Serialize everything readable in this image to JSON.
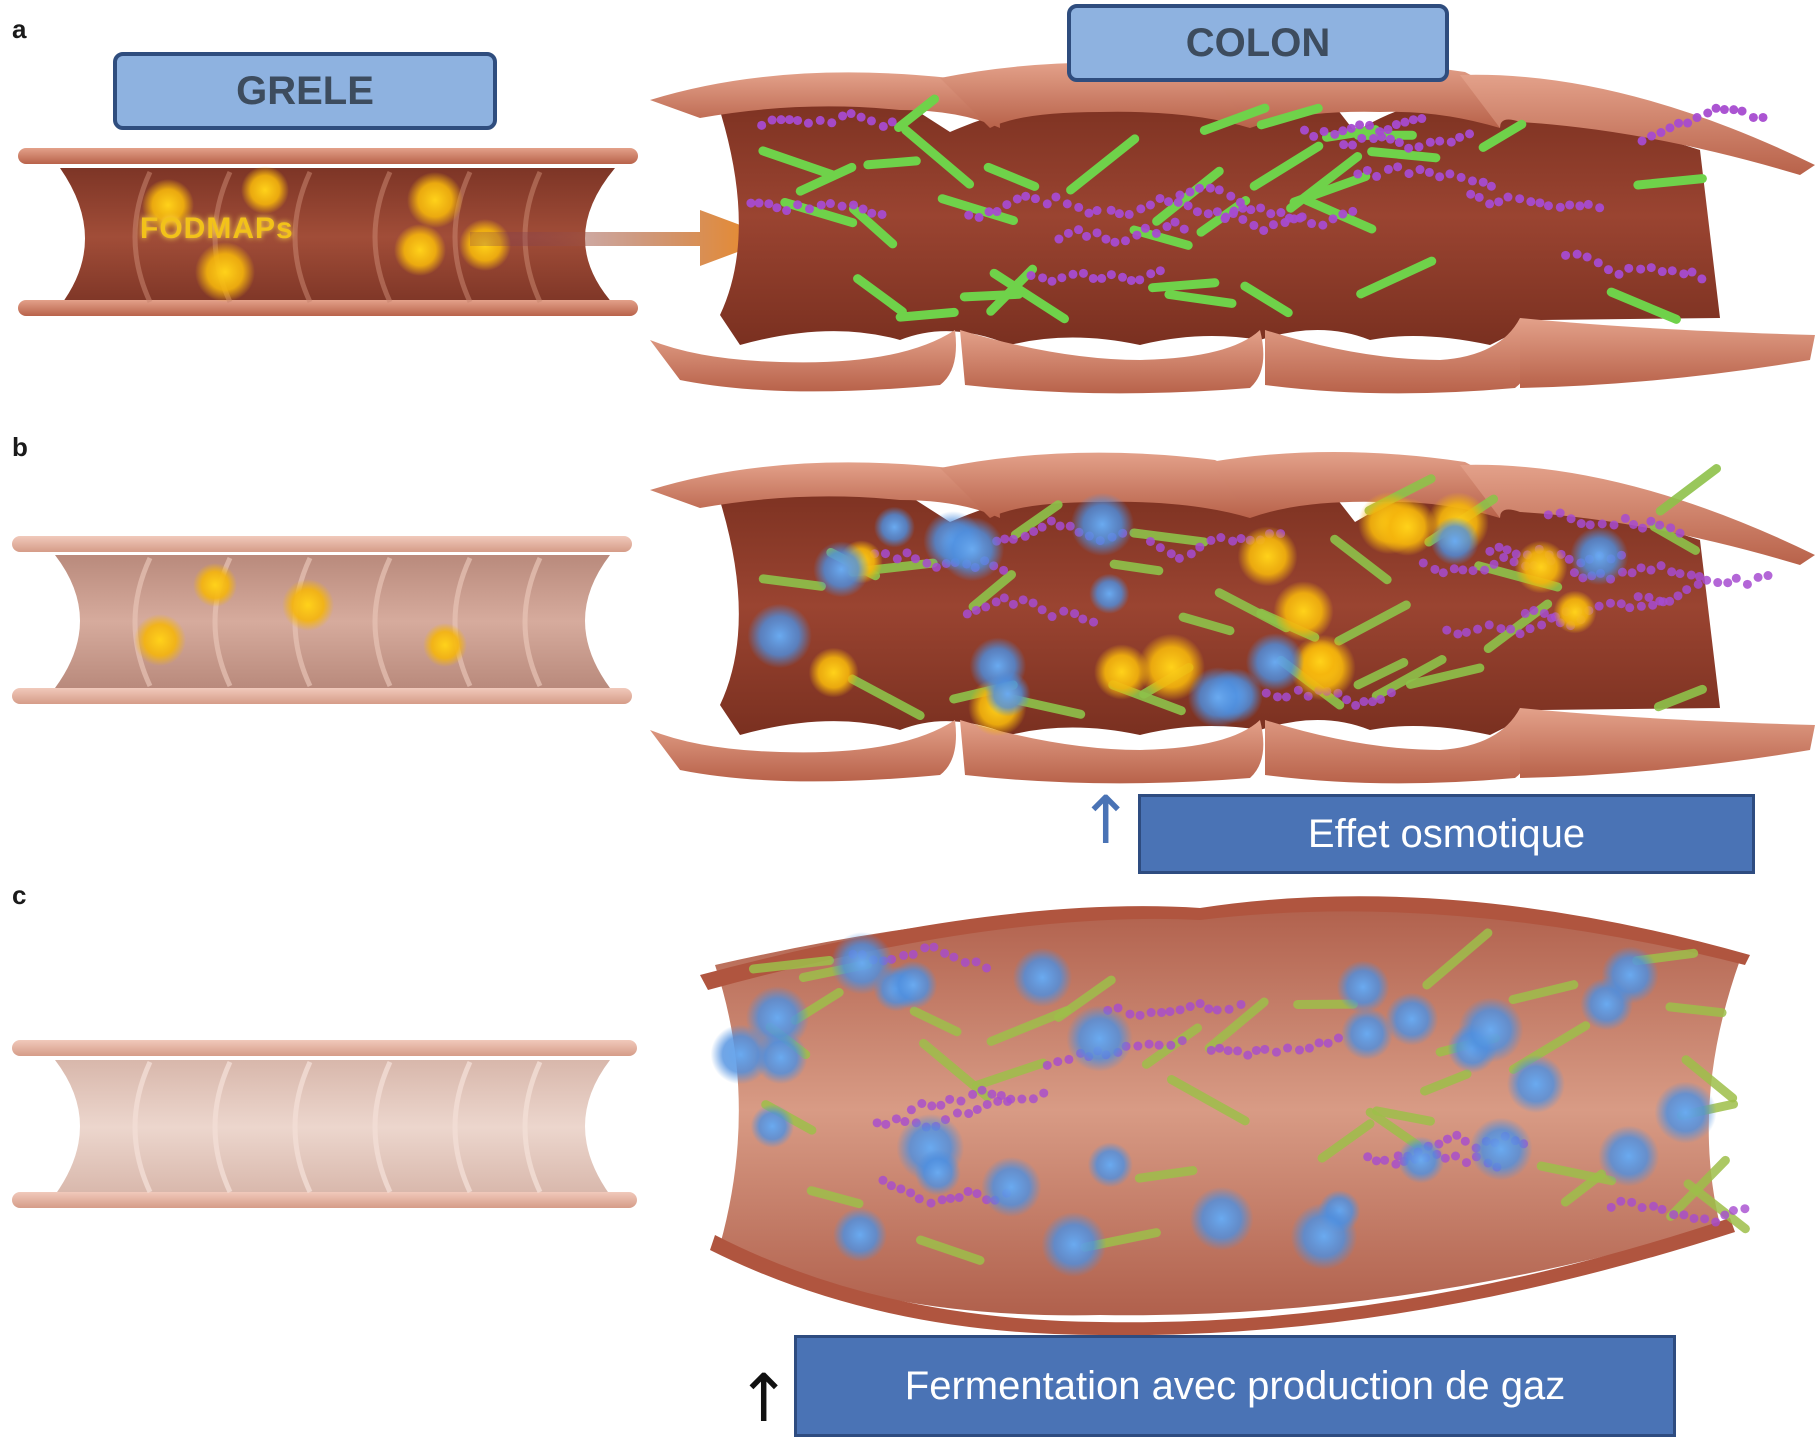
{
  "panel_labels": {
    "a": "a",
    "b": "b",
    "c": "c"
  },
  "headers": {
    "small_intestine": "GRELE",
    "colon": "COLON"
  },
  "fodmap_label": "FODMAPs",
  "panel_b_label": "Effet osmotique",
  "panel_c_label": "Fermentation avec production de gaz",
  "icons": {
    "panel_b_arrow": "up-arrow-icon",
    "panel_c_arrow": "up-arrow-icon"
  },
  "colors": {
    "tissue": "#a5533f",
    "tissue_light": "#cf8a72",
    "lumen": "#8e3f2f",
    "bacteria": "#6fd24a",
    "chain": "#a64bd0",
    "fodmap": "#f5c20f",
    "gas": "#4d97e8",
    "box_light": "#8eb2e0",
    "box_dark": "#4a73b5"
  }
}
